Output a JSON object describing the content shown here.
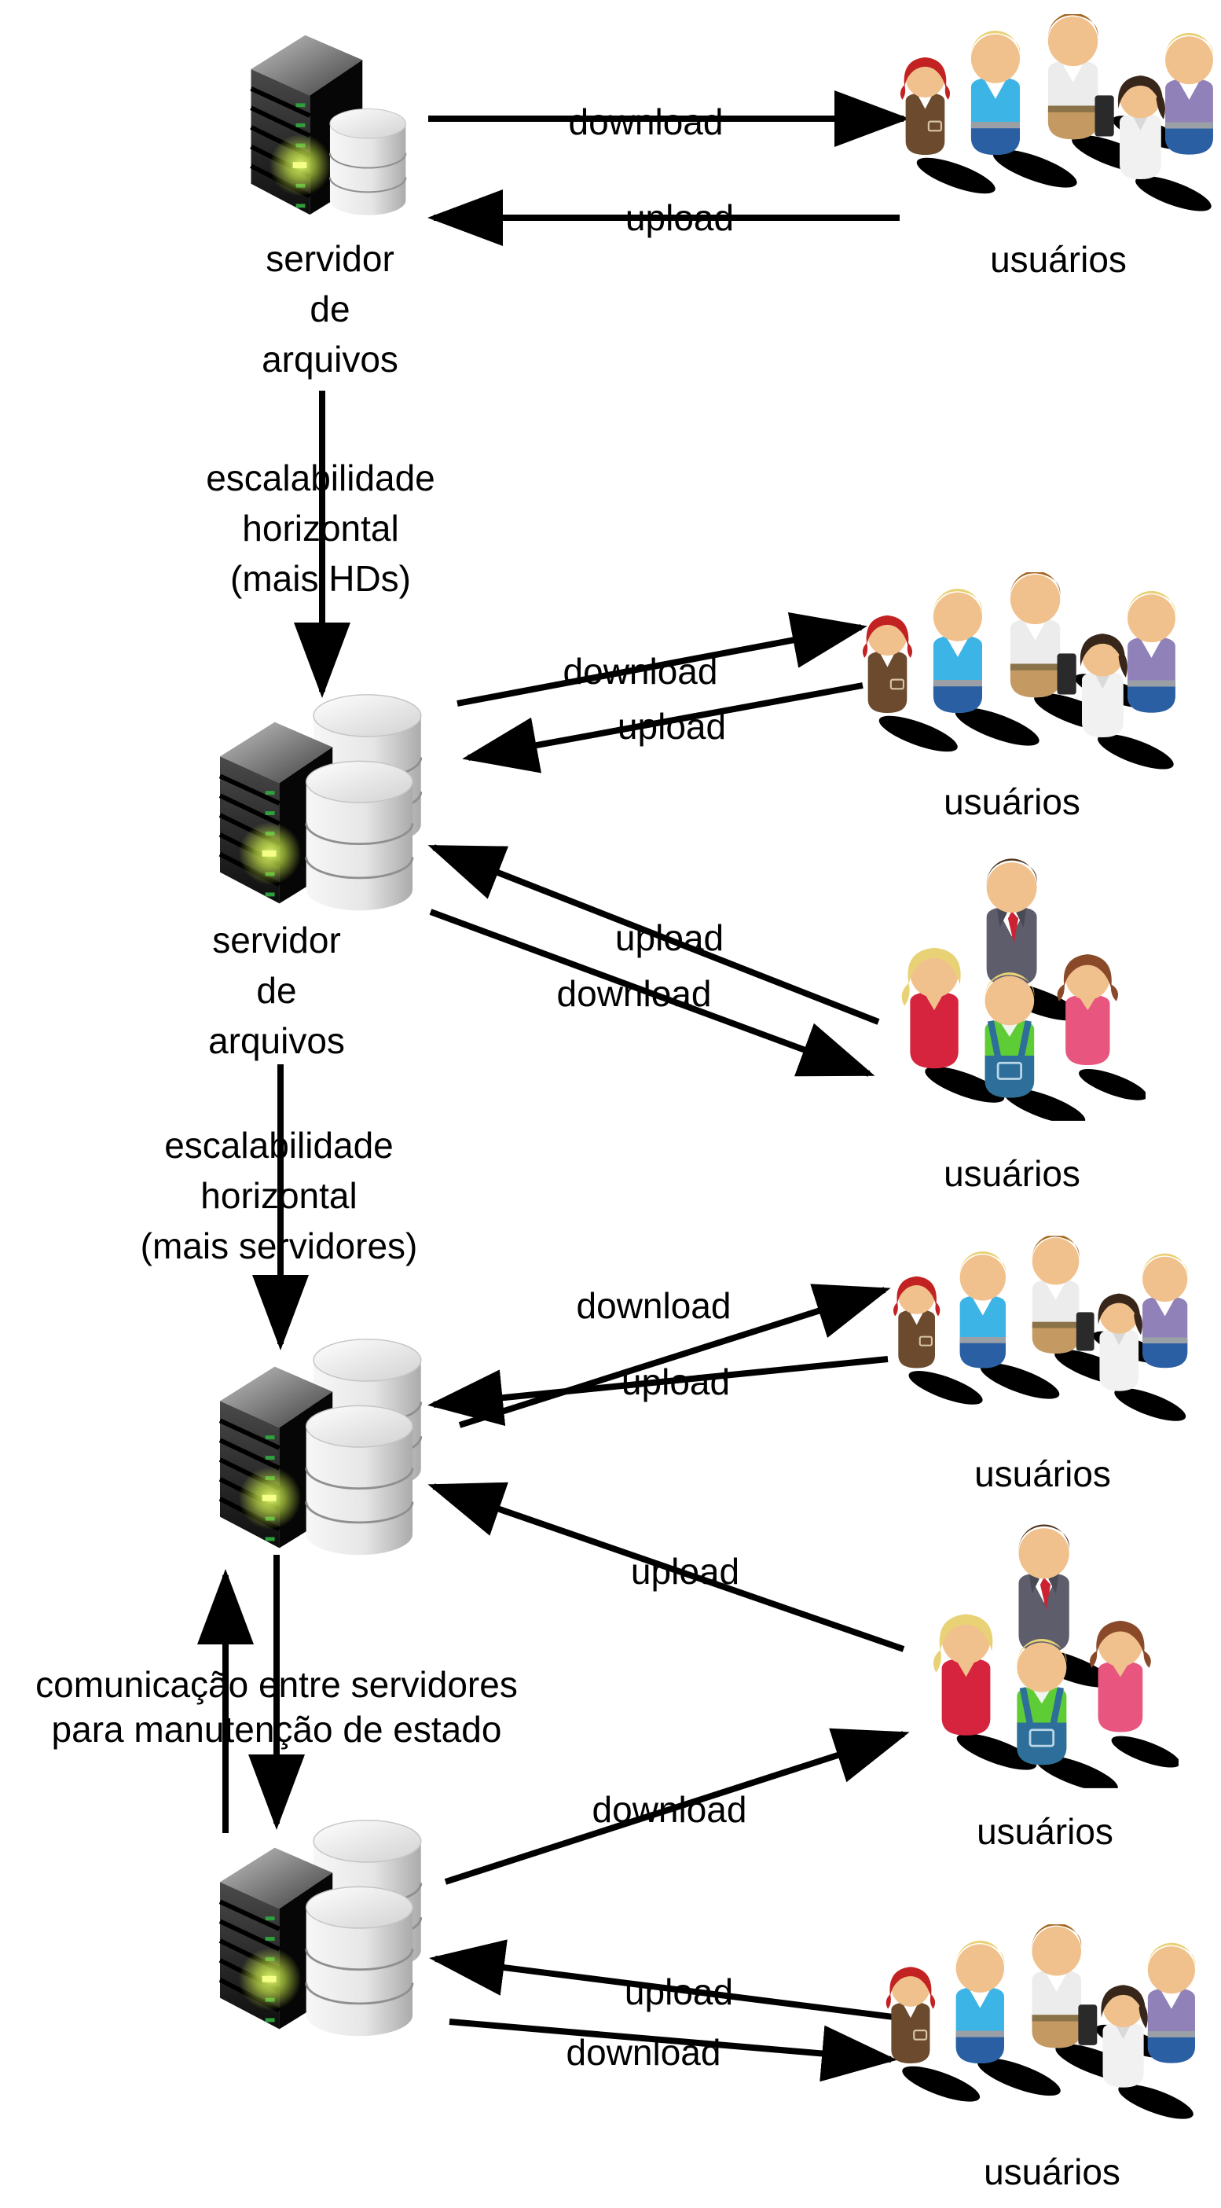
{
  "diagram": {
    "servers": [
      {
        "id": "server-1",
        "label": "servidor\nde\narquivos",
        "disks": 1
      },
      {
        "id": "server-2",
        "label": "servidor\nde\narquivos",
        "disks": 2
      },
      {
        "id": "server-3",
        "label": "",
        "disks": 2
      },
      {
        "id": "server-4",
        "label": "",
        "disks": 2
      }
    ],
    "user_groups": [
      {
        "id": "users-1",
        "label": "usuários"
      },
      {
        "id": "users-2",
        "label": "usuários"
      },
      {
        "id": "users-3",
        "label": "usuários"
      },
      {
        "id": "users-4",
        "label": "usuários"
      },
      {
        "id": "users-5",
        "label": "usuários"
      },
      {
        "id": "users-6",
        "label": "usuários"
      }
    ],
    "edges": [
      {
        "from": "server-1",
        "to": "users-1",
        "label": "download"
      },
      {
        "from": "users-1",
        "to": "server-1",
        "label": "upload"
      },
      {
        "from": "server-1",
        "to": "server-2",
        "label": "escalabilidade\nhorizontal\n(mais HDs)"
      },
      {
        "from": "server-2",
        "to": "users-2",
        "label": "download"
      },
      {
        "from": "users-2",
        "to": "server-2",
        "label": "upload"
      },
      {
        "from": "users-3",
        "to": "server-2",
        "label": "upload"
      },
      {
        "from": "server-2",
        "to": "users-3",
        "label": "download"
      },
      {
        "from": "server-2",
        "to": "server-3",
        "label": "escalabilidade\nhorizontal\n(mais servidores)"
      },
      {
        "from": "server-3",
        "to": "users-4",
        "label": "download"
      },
      {
        "from": "users-4",
        "to": "server-3",
        "label": "upload"
      },
      {
        "from": "users-5",
        "to": "server-3",
        "label": "upload"
      },
      {
        "from": "server-4",
        "to": "server-3",
        "label": "comunicação entre servidores\npara  manutenção de estado"
      },
      {
        "from": "server-3",
        "to": "server-4",
        "label": ""
      },
      {
        "from": "server-4",
        "to": "users-5",
        "label": "download"
      },
      {
        "from": "users-6",
        "to": "server-4",
        "label": "upload"
      },
      {
        "from": "server-4",
        "to": "users-6",
        "label": "download"
      }
    ],
    "colors": {
      "arrow": "#000000",
      "text": "#000000",
      "background": "#ffffff",
      "server_led_glow": "#cdef4a"
    }
  }
}
